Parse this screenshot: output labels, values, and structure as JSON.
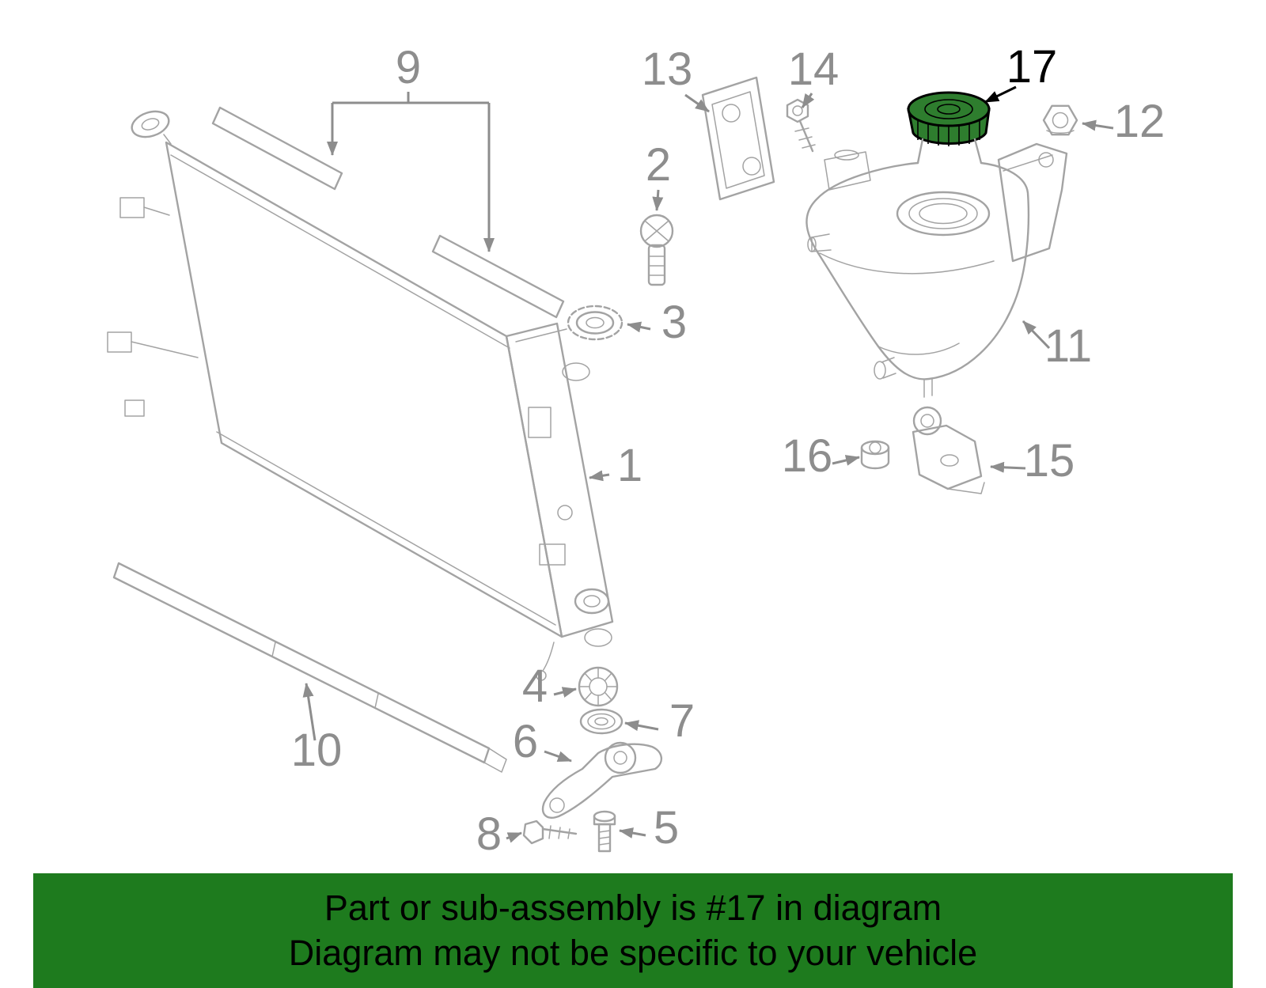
{
  "diagram": {
    "highlighted_part": "17",
    "labels": {
      "1": "1",
      "2": "2",
      "3": "3",
      "4": "4",
      "5": "5",
      "6": "6",
      "7": "7",
      "8": "8",
      "9": "9",
      "10": "10",
      "11": "11",
      "12": "12",
      "13": "13",
      "14": "14",
      "15": "15",
      "16": "16",
      "17": "17"
    }
  },
  "banner": {
    "line1": "Part or sub-assembly is #17 in diagram",
    "line2": "Diagram may not be specific to your vehicle"
  },
  "colors": {
    "line": "#a3a3a3",
    "label": "#8d8d8d",
    "ink": "#000000",
    "highlight": "#2e7d2e",
    "banner_bg": "#1e7b1e"
  }
}
